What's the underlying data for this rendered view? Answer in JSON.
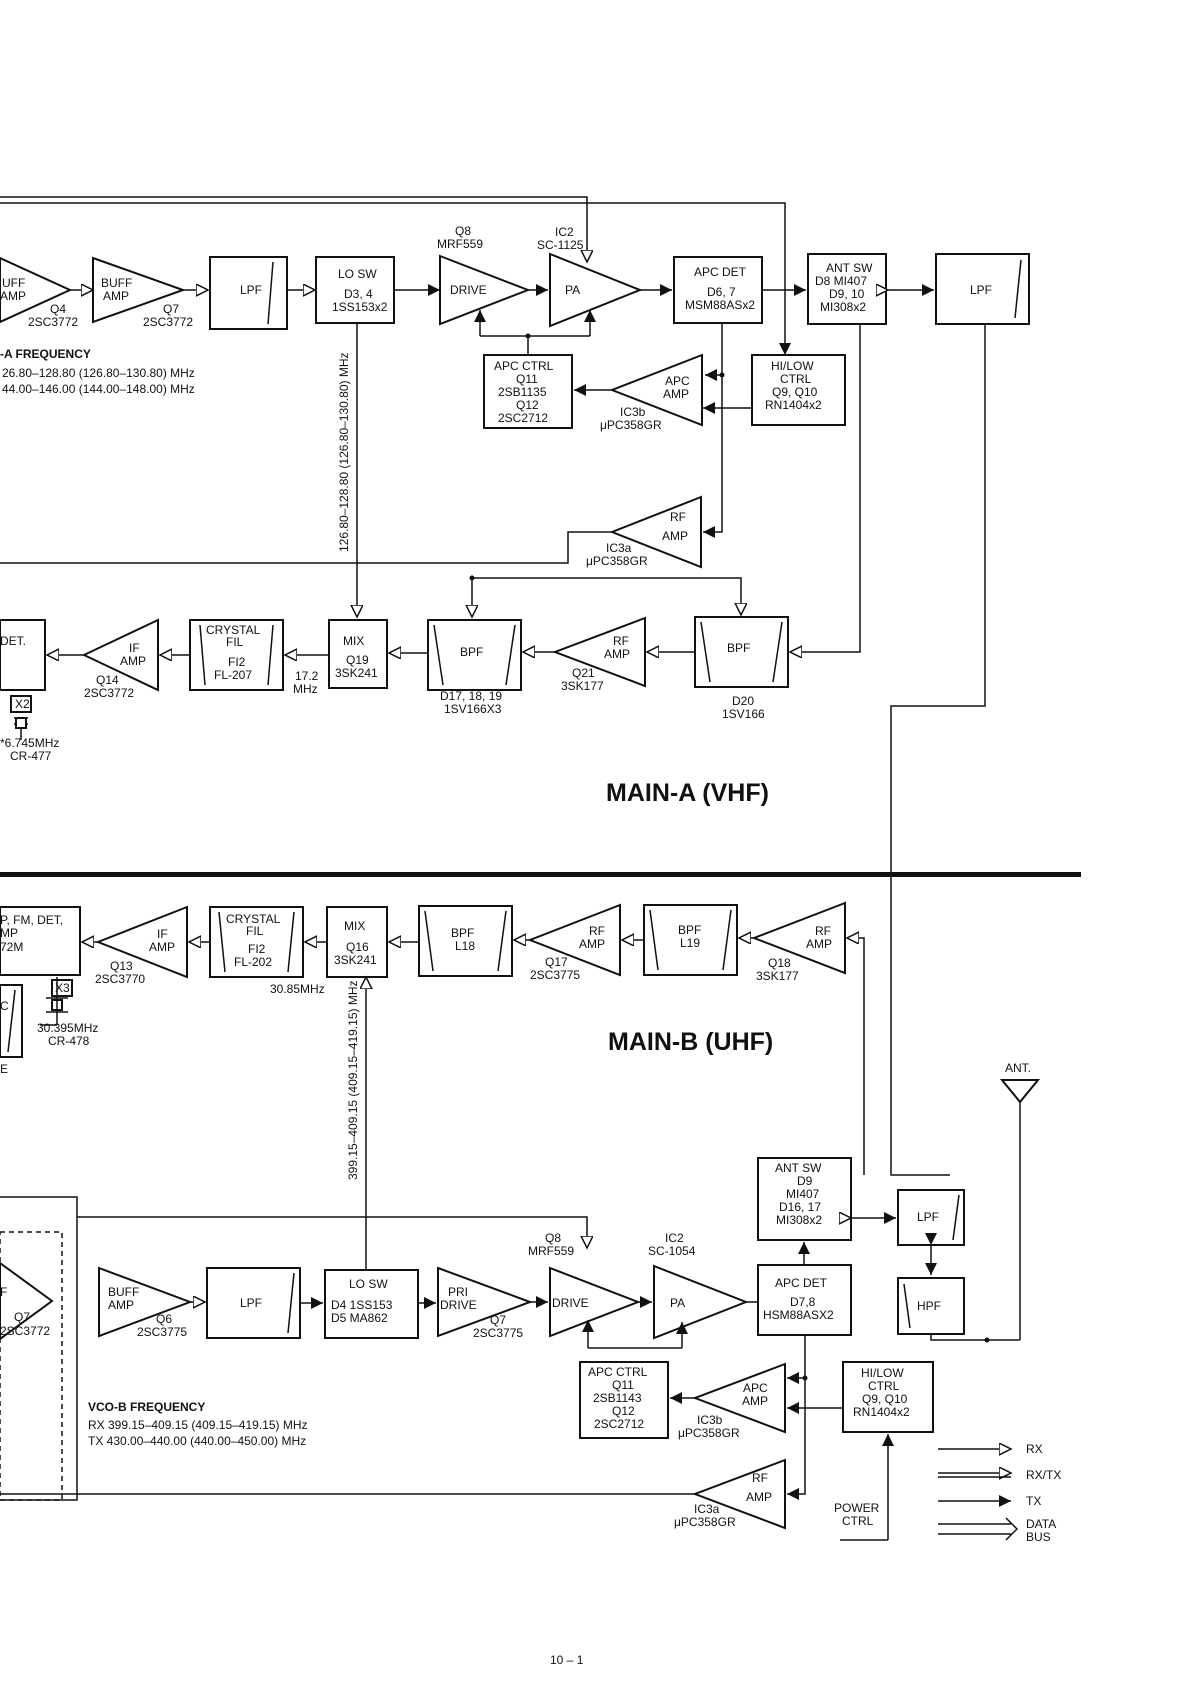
{
  "main_a": {
    "title": "MAIN-A (VHF)",
    "vco_a_title": "-A FREQUENCY",
    "vco_a_rx": "26.80–128.80 (126.80–130.80) MHz",
    "vco_a_tx": "44.00–146.00 (144.00–148.00) MHz",
    "lo_freq": "126.80–128.80 (126.80–130.80) MHz",
    "blocks": {
      "buff1": [
        "UFF",
        "AMP"
      ],
      "q4": [
        "Q4",
        "2SC3772"
      ],
      "buff2": [
        "BUFF",
        "AMP"
      ],
      "q7": [
        "Q7",
        "2SC3772"
      ],
      "lpf1": "LPF",
      "losw": [
        "LO SW",
        "D3, 4",
        "1SS153x2"
      ],
      "drive": "DRIVE",
      "q8": [
        "Q8",
        "MRF559"
      ],
      "pa": "PA",
      "ic2": [
        "IC2",
        "SC-1125"
      ],
      "apcdet": [
        "APC DET",
        "D6, 7",
        "MSM88ASx2"
      ],
      "antsw": [
        "ANT SW",
        "D8 MI407",
        "D9, 10",
        "MI308x2"
      ],
      "lpf2": "LPF",
      "apcctrl": [
        "APC CTRL",
        "Q11",
        "2SB1135",
        "Q12",
        "2SC2712"
      ],
      "apcamp": [
        "APC",
        "AMP"
      ],
      "ic3b": [
        "IC3b",
        "μPC358GR"
      ],
      "hilow": [
        "HI/LOW",
        "CTRL",
        "Q9, Q10",
        "RN1404x2"
      ],
      "rfamp": [
        "RF",
        "AMP"
      ],
      "ic3a": [
        "IC3a",
        "μPC358GR"
      ],
      "det": "DET.",
      "ifamp": [
        "IF",
        "AMP"
      ],
      "q14": [
        "Q14",
        "2SC3772"
      ],
      "crystal": [
        "CRYSTAL",
        "FIL",
        "FI2",
        "FL-207"
      ],
      "if_freq": [
        "17.2",
        "MHz"
      ],
      "mix": [
        "MIX",
        "Q19",
        "3SK241"
      ],
      "bpf1": "BPF",
      "d17": [
        "D17, 18, 19",
        "1SV166X3"
      ],
      "rfamp2": [
        "RF",
        "AMP"
      ],
      "q21": [
        "Q21",
        "3SK177"
      ],
      "bpf2": "BPF",
      "d20": [
        "D20",
        "1SV166"
      ],
      "x2": "X2",
      "xtal": [
        "*6.745MHz",
        "CR-477"
      ]
    }
  },
  "main_b": {
    "title": "MAIN-B (UHF)",
    "lo_freq": "399.15–409.15 (409.15–419.15) MHz",
    "blocks": {
      "fmdet": [
        "P, FM, DET,",
        "MP",
        "72M"
      ],
      "ifamp": [
        "IF",
        "AMP"
      ],
      "q13": [
        "Q13",
        "2SC3770"
      ],
      "crystal": [
        "CRYSTAL",
        "FIL",
        "FI2",
        "FL-202"
      ],
      "if_freq": "30.85MHz",
      "mix": [
        "MIX",
        "Q16",
        "3SK241"
      ],
      "bpf1": [
        "BPF",
        "L18"
      ],
      "rfamp1": [
        "RF",
        "AMP"
      ],
      "q17": [
        "Q17",
        "2SC3775"
      ],
      "bpf2": [
        "BPF",
        "L19"
      ],
      "rfamp2": [
        "RF",
        "AMP"
      ],
      "q18": [
        "Q18",
        "3SK177"
      ],
      "x3": "X3",
      "xtal": [
        "30.395MHz",
        "CR-478"
      ],
      "c": "C",
      "e": "E",
      "ant": "ANT.",
      "antsw": [
        "ANT SW",
        "D9",
        "MI407",
        "D16, 17",
        "MI308x2"
      ],
      "lpf": "LPF",
      "hpf": "HPF",
      "buff0": "F",
      "q7a": [
        "Q7",
        "2SC3772"
      ],
      "buff": [
        "BUFF",
        "AMP"
      ],
      "q6": [
        "Q6",
        "2SC3775"
      ],
      "lpf1": "LPF",
      "losw": [
        "LO SW",
        "D4 1SS153",
        "D5 MA862"
      ],
      "pridrive": [
        "PRI",
        "DRIVE"
      ],
      "q7": [
        "Q7",
        "2SC3775"
      ],
      "drive": "DRIVE",
      "q8": [
        "Q8",
        "MRF559"
      ],
      "pa": "PA",
      "ic2": [
        "IC2",
        "SC-1054"
      ],
      "apcdet": [
        "APC DET",
        "D7,8",
        "HSM88ASX2"
      ],
      "apcctrl": [
        "APC CTRL",
        "Q11",
        "2SB1143",
        "Q12",
        "2SC2712"
      ],
      "apcamp": [
        "APC",
        "AMP"
      ],
      "ic3b": [
        "IC3b",
        "μPC358GR"
      ],
      "hilow": [
        "HI/LOW",
        "CTRL",
        "Q9, Q10",
        "RN1404x2"
      ],
      "rfamp3": [
        "RF",
        "AMP"
      ],
      "ic3a": [
        "IC3a",
        "μPC358GR"
      ],
      "power": [
        "POWER",
        "CTRL"
      ],
      "vco_b_title": "VCO-B FREQUENCY",
      "vco_b_rx": "RX 399.15–409.15 (409.15–419.15) MHz",
      "vco_b_tx": "TX 430.00–440.00 (440.00–450.00) MHz"
    }
  },
  "legend": {
    "rx": "RX",
    "rxtx": "RX/TX",
    "tx": "TX",
    "data": "DATA",
    "bus": "BUS"
  },
  "page_number": "10 – 1"
}
